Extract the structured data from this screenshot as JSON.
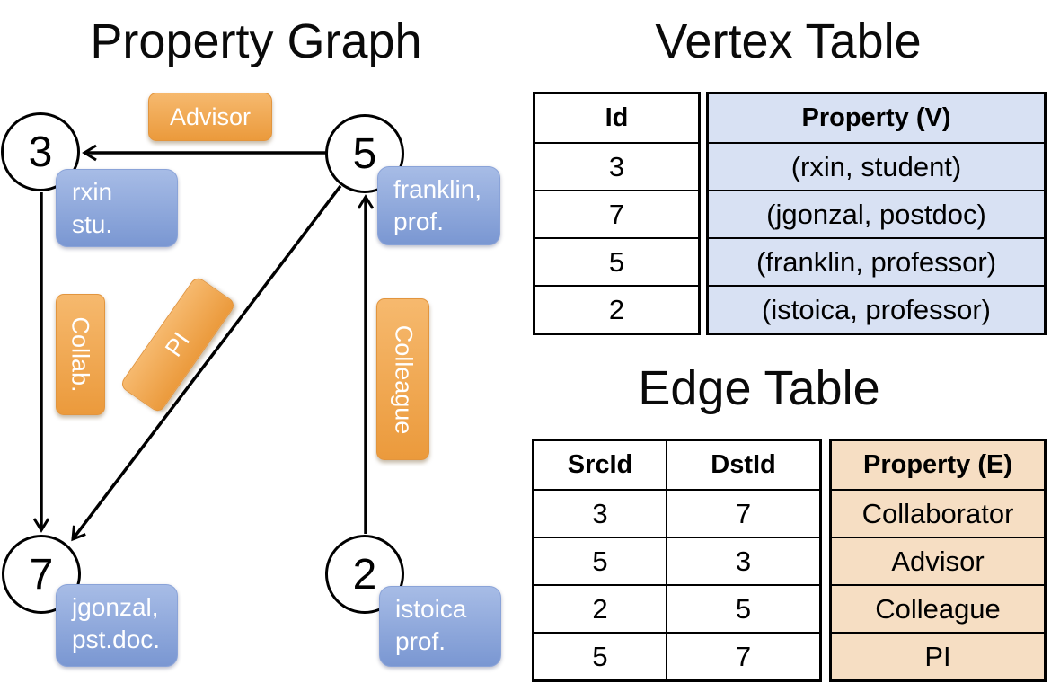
{
  "graph": {
    "title": "Property Graph",
    "vertices": [
      {
        "id": "3",
        "prop_line1": "rxin",
        "prop_line2": "stu."
      },
      {
        "id": "5",
        "prop_line1": "franklin,",
        "prop_line2": "prof."
      },
      {
        "id": "7",
        "prop_line1": "jgonzal,",
        "prop_line2": "pst.doc."
      },
      {
        "id": "2",
        "prop_line1": "istoica",
        "prop_line2": "prof."
      }
    ],
    "edge_labels": {
      "advisor": "Advisor",
      "collab": "Collab.",
      "pi": "PI",
      "colleague": "Colleague"
    }
  },
  "vertex_table": {
    "title": "Vertex Table",
    "col_id": "Id",
    "col_property": "Property (V)",
    "rows": [
      {
        "id": "3",
        "property": "(rxin, student)"
      },
      {
        "id": "7",
        "property": "(jgonzal, postdoc)"
      },
      {
        "id": "5",
        "property": "(franklin, professor)"
      },
      {
        "id": "2",
        "property": "(istoica, professor)"
      }
    ]
  },
  "edge_table": {
    "title": "Edge Table",
    "col_src": "SrcId",
    "col_dst": "DstId",
    "col_property": "Property (E)",
    "rows": [
      {
        "src": "3",
        "dst": "7",
        "property": "Collaborator"
      },
      {
        "src": "5",
        "dst": "3",
        "property": "Advisor"
      },
      {
        "src": "2",
        "dst": "5",
        "property": "Colleague"
      },
      {
        "src": "5",
        "dst": "7",
        "property": "PI"
      }
    ]
  },
  "colors": {
    "vertex_label_fill_top": "#a7bce6",
    "vertex_label_fill_bottom": "#7a97d2",
    "edge_label_fill_top": "#f6b96e",
    "edge_label_fill_bottom": "#eb9a3c",
    "vertex_table_property_fill": "#d8e1f3",
    "edge_table_property_fill": "#f6dec3",
    "line_color": "#000000"
  }
}
